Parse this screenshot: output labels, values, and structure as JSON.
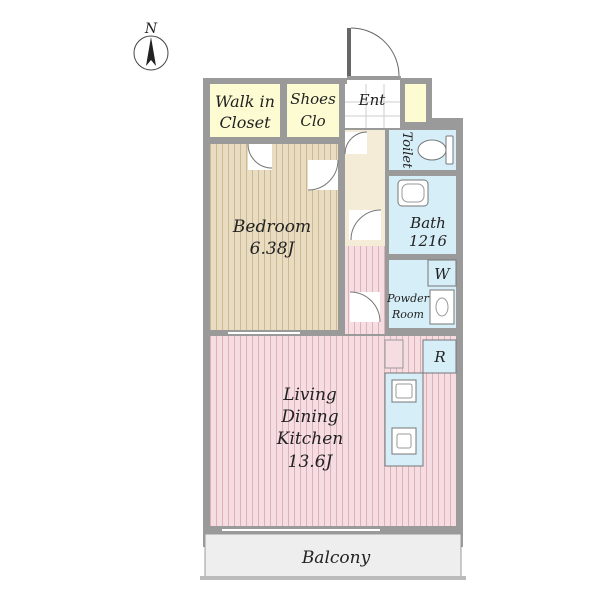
{
  "compass": {
    "label": "N"
  },
  "rooms": {
    "walk_in_closet": {
      "line1": "Walk in",
      "line2": "Closet"
    },
    "shoes_closet": {
      "line1": "Shoes",
      "line2": "Clo"
    },
    "entrance": {
      "label": "Ent"
    },
    "toilet": {
      "label": "Toilet"
    },
    "bedroom": {
      "name": "Bedroom",
      "size": "6.38J"
    },
    "bath": {
      "name": "Bath",
      "size": "1216"
    },
    "washer": {
      "label": "W"
    },
    "powder_room": {
      "line1": "Powder",
      "line2": "Room"
    },
    "refrigerator": {
      "label": "R"
    },
    "ldk": {
      "line1": "Living",
      "line2": "Dining",
      "line3": "Kitchen",
      "size": "13.6J"
    },
    "balcony": {
      "label": "Balcony"
    }
  },
  "colors": {
    "wall": "#9a9a9a",
    "closet_fill": "#fdfbd2",
    "bedroom_fill": "#e9dcc0",
    "wet_fill": "#d6eef7",
    "ldk_fill": "#f6dde2",
    "hall_fill": "#f4ecd6",
    "balcony_fill": "#eeeeee"
  }
}
